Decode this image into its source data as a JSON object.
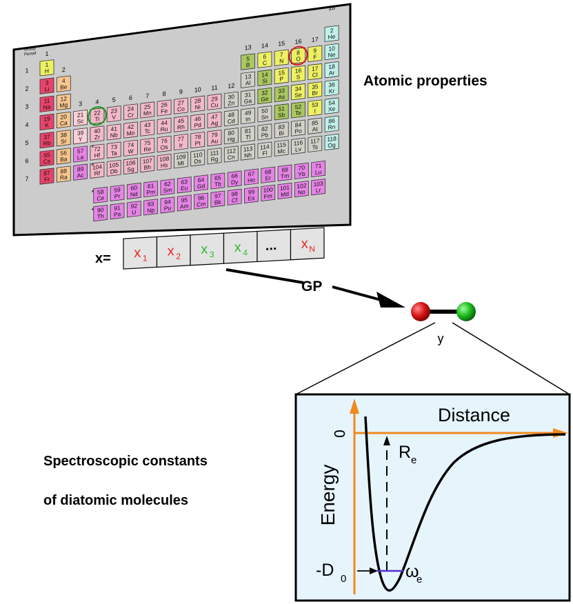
{
  "labels": {
    "atomic_properties": "Atomic properties",
    "spectroscopic_line1": "Spectroscopic constants",
    "spectroscopic_line2": "of diatomic molecules",
    "gp": "GP",
    "y": "y",
    "x_eq": "x=",
    "group": "Group",
    "period": "Period"
  },
  "feature_vector": [
    {
      "main": "x",
      "sub": "1",
      "color": "#e8231f"
    },
    {
      "main": "x",
      "sub": "2",
      "color": "#e8231f"
    },
    {
      "main": "x",
      "sub": "3",
      "color": "#2eb82e"
    },
    {
      "main": "x",
      "sub": "4",
      "color": "#2eb82e"
    },
    {
      "main": "...",
      "sub": "",
      "color": "#000000"
    },
    {
      "main": "x",
      "sub": "N",
      "color": "#e8231f"
    }
  ],
  "group_numbers": [
    "1",
    "2",
    "3",
    "4",
    "5",
    "6",
    "7",
    "8",
    "9",
    "10",
    "11",
    "12",
    "13",
    "14",
    "15",
    "16",
    "17",
    "18"
  ],
  "period_numbers": [
    "1",
    "2",
    "3",
    "4",
    "5",
    "6",
    "7"
  ],
  "periodic_table": [
    [
      "1",
      "H"
    ],
    [
      "2",
      "He"
    ],
    [
      "3",
      "Li"
    ],
    [
      "4",
      "Be"
    ],
    [
      "5",
      "B"
    ],
    [
      "6",
      "C"
    ],
    [
      "7",
      "N"
    ],
    [
      "8",
      "O"
    ],
    [
      "9",
      "F"
    ],
    [
      "10",
      "Ne"
    ],
    [
      "11",
      "Na"
    ],
    [
      "12",
      "Mg"
    ],
    [
      "13",
      "Al"
    ],
    [
      "14",
      "Si"
    ],
    [
      "15",
      "P"
    ],
    [
      "16",
      "S"
    ],
    [
      "17",
      "Cl"
    ],
    [
      "18",
      "Ar"
    ],
    [
      "19",
      "K"
    ],
    [
      "20",
      "Ca"
    ],
    [
      "21",
      "Sc"
    ],
    [
      "22",
      "Ti"
    ],
    [
      "23",
      "V"
    ],
    [
      "24",
      "Cr"
    ],
    [
      "25",
      "Mn"
    ],
    [
      "26",
      "Fe"
    ],
    [
      "27",
      "Co"
    ],
    [
      "28",
      "Ni"
    ],
    [
      "29",
      "Cu"
    ],
    [
      "30",
      "Zn"
    ],
    [
      "31",
      "Ga"
    ],
    [
      "32",
      "Ge"
    ],
    [
      "33",
      "As"
    ],
    [
      "34",
      "Se"
    ],
    [
      "35",
      "Br"
    ],
    [
      "36",
      "Kr"
    ],
    [
      "37",
      "Rb"
    ],
    [
      "38",
      "Sr"
    ],
    [
      "39",
      "Y"
    ],
    [
      "40",
      "Zr"
    ],
    [
      "41",
      "Nb"
    ],
    [
      "42",
      "Mo"
    ],
    [
      "43",
      "Tc"
    ],
    [
      "44",
      "Ru"
    ],
    [
      "45",
      "Rh"
    ],
    [
      "46",
      "Pd"
    ],
    [
      "47",
      "Ag"
    ],
    [
      "48",
      "Cd"
    ],
    [
      "49",
      "In"
    ],
    [
      "50",
      "Sn"
    ],
    [
      "51",
      "Sb"
    ],
    [
      "52",
      "Te"
    ],
    [
      "53",
      "I"
    ],
    [
      "54",
      "Xe"
    ],
    [
      "55",
      "Cs"
    ],
    [
      "56",
      "Ba"
    ],
    [
      "57",
      "La"
    ],
    [
      "72",
      "Hf"
    ],
    [
      "73",
      "Ta"
    ],
    [
      "74",
      "W"
    ],
    [
      "75",
      "Re"
    ],
    [
      "76",
      "Os"
    ],
    [
      "77",
      "Ir"
    ],
    [
      "78",
      "Pt"
    ],
    [
      "79",
      "Au"
    ],
    [
      "80",
      "Hg"
    ],
    [
      "81",
      "Tl"
    ],
    [
      "82",
      "Pb"
    ],
    [
      "83",
      "Bi"
    ],
    [
      "84",
      "Po"
    ],
    [
      "85",
      "At"
    ],
    [
      "86",
      "Rn"
    ],
    [
      "87",
      "Fr"
    ],
    [
      "88",
      "Ra"
    ],
    [
      "89",
      "Ac"
    ],
    [
      "104",
      "Rf"
    ],
    [
      "105",
      "Db"
    ],
    [
      "106",
      "Sg"
    ],
    [
      "107",
      "Bh"
    ],
    [
      "108",
      "Hs"
    ],
    [
      "109",
      "Mt"
    ],
    [
      "110",
      "Ds"
    ],
    [
      "111",
      "Rg"
    ],
    [
      "112",
      "Cn"
    ],
    [
      "113",
      "Nh"
    ],
    [
      "114",
      "Fl"
    ],
    [
      "115",
      "Mc"
    ],
    [
      "116",
      "Lv"
    ],
    [
      "117",
      "Ts"
    ],
    [
      "118",
      "Og"
    ],
    [
      "58",
      "Ce"
    ],
    [
      "59",
      "Pr"
    ],
    [
      "60",
      "Nd"
    ],
    [
      "61",
      "Pm"
    ],
    [
      "62",
      "Sm"
    ],
    [
      "63",
      "Eu"
    ],
    [
      "64",
      "Gd"
    ],
    [
      "65",
      "Tb"
    ],
    [
      "66",
      "Dy"
    ],
    [
      "67",
      "Ho"
    ],
    [
      "68",
      "Er"
    ],
    [
      "69",
      "Tm"
    ],
    [
      "70",
      "Yb"
    ],
    [
      "71",
      "Lu"
    ],
    [
      "90",
      "Th"
    ],
    [
      "91",
      "Pa"
    ],
    [
      "92",
      "U"
    ],
    [
      "93",
      "Np"
    ],
    [
      "94",
      "Pu"
    ],
    [
      "95",
      "Am"
    ],
    [
      "96",
      "Cm"
    ],
    [
      "97",
      "Bk"
    ],
    [
      "98",
      "Cf"
    ],
    [
      "99",
      "Es"
    ],
    [
      "100",
      "Fm"
    ],
    [
      "101",
      "Md"
    ],
    [
      "102",
      "No"
    ],
    [
      "103",
      "Lr"
    ]
  ],
  "highlighted_elements": {
    "red_circle": "O",
    "green_circle": "Ti"
  },
  "potential_plot": {
    "x_label": "Distance",
    "y_label": "Energy",
    "zero_tick": "0",
    "re_label": "R",
    "re_sub": "e",
    "d0_label": "-D",
    "d0_sub": "0",
    "omega_label": "ω",
    "omega_sub": "e"
  },
  "colors": {
    "axis_orange": "#f08a1e",
    "panel_bg": "#e6f4fb",
    "table_bg": "#cccccc",
    "atom_red": "#cc1010",
    "atom_green": "#1ca81c",
    "alkali": "#e8436a",
    "alkaline_earth": "#f7c68e",
    "transition": "#f3b9c9",
    "lanthanide_actinide": "#e683e6",
    "post_transition": "#d1d1c8",
    "metalloid": "#a9c860",
    "nonmetal": "#eef064",
    "noble_gas": "#bff0ea",
    "zero_point_line": "#5a2bd8"
  }
}
